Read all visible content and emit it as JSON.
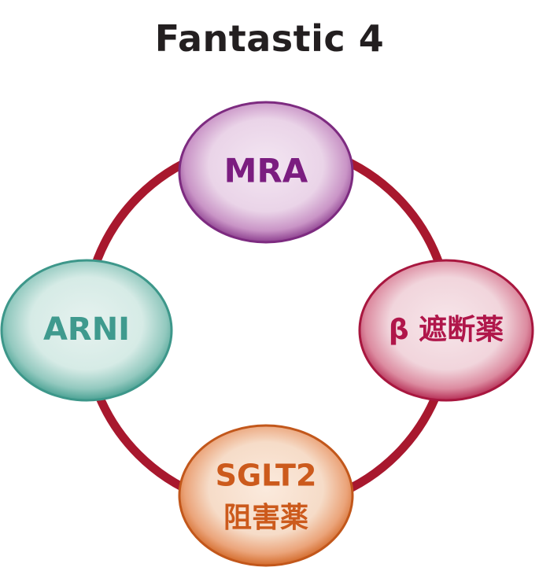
{
  "title": "Fantastic 4",
  "colors": {
    "ring": "#a8182e",
    "mra_text": "#7b1d80",
    "beta_text": "#b0164a",
    "sglt2_text": "#cc5a1c",
    "arni_text": "#3f9a8e"
  },
  "nodes": {
    "mra": {
      "label": "MRA"
    },
    "beta": {
      "label": "β 遮断薬"
    },
    "sglt2": {
      "line1": "SGLT2",
      "line2": "阻害薬"
    },
    "arni": {
      "label": "ARNI"
    }
  }
}
